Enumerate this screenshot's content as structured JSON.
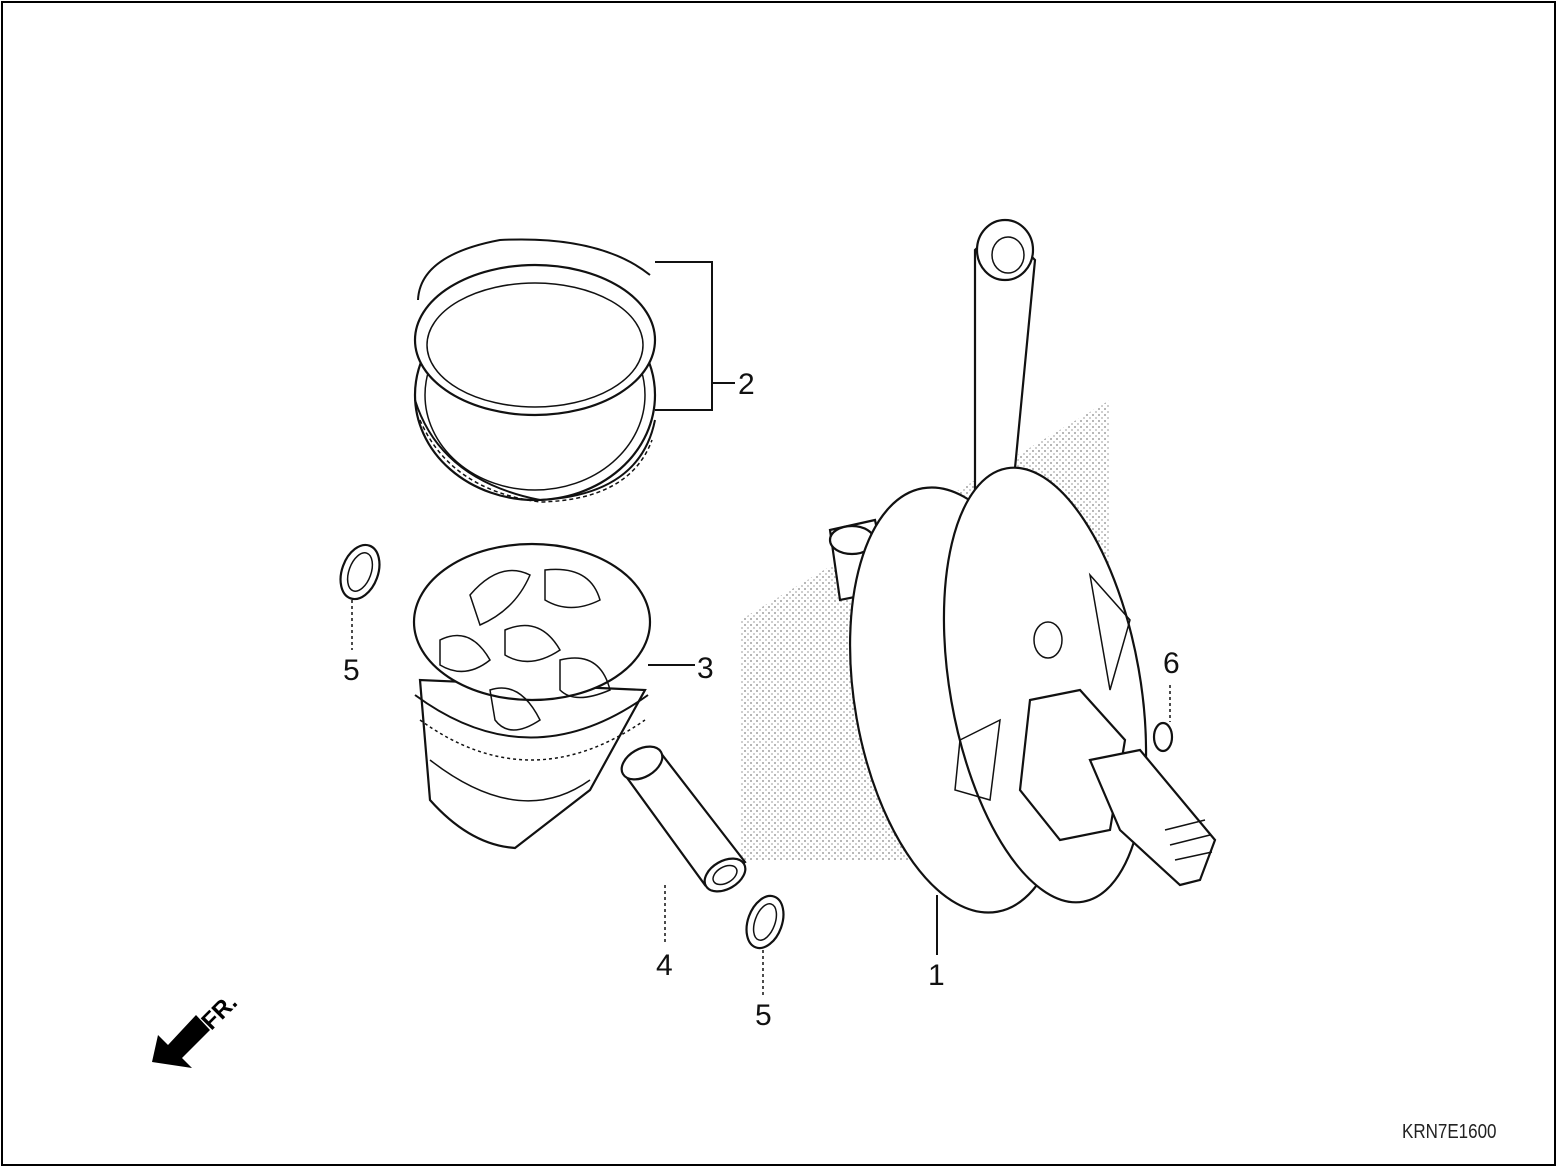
{
  "diagram": {
    "callouts": [
      {
        "ref": "1",
        "part": "crankshaft"
      },
      {
        "ref": "2",
        "part": "piston-ring-set"
      },
      {
        "ref": "3",
        "part": "piston"
      },
      {
        "ref": "4",
        "part": "piston-pin"
      },
      {
        "ref": "5",
        "part": "piston-pin-clip"
      },
      {
        "ref": "5",
        "part": "piston-pin-clip"
      },
      {
        "ref": "6",
        "part": "woodruff-key"
      }
    ],
    "direction_label": "FR.",
    "diagram_code": "KRN7E1600"
  }
}
